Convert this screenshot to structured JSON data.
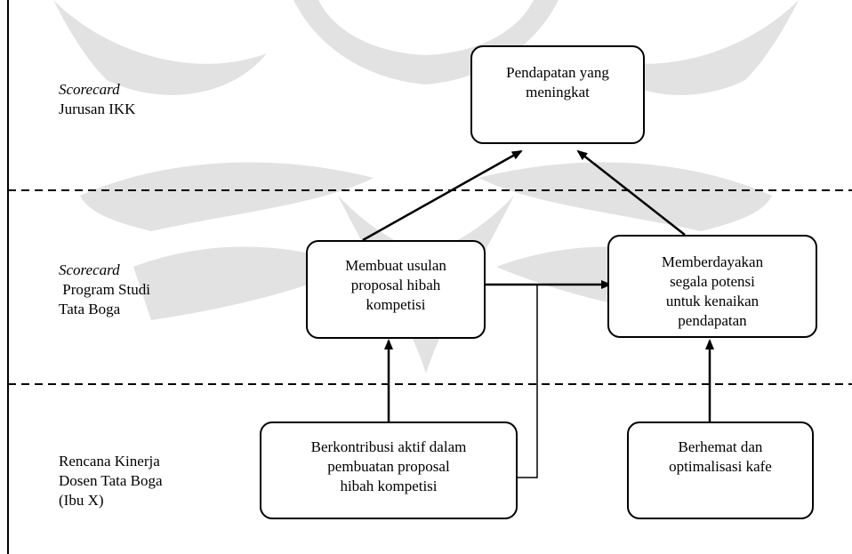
{
  "rows": [
    {
      "title_italic": "Scorecard",
      "lines": [
        "Jurusan IKK"
      ]
    },
    {
      "title_italic": "Scorecard",
      "lines": [
        " Program Studi",
        "Tata Boga"
      ]
    },
    {
      "title_italic": "",
      "lines": [
        "Rencana Kinerja",
        "Dosen Tata Boga",
        "(Ibu X)"
      ]
    }
  ],
  "boxes": {
    "top": [
      "Pendapatan yang",
      "meningkat"
    ],
    "mid_left": [
      "Membuat usulan",
      "proposal hibah",
      "kompetisi"
    ],
    "mid_right": [
      "Memberdayakan",
      "segala potensi",
      "untuk kenaikan",
      "pendapatan"
    ],
    "bottom_left": [
      "Berkontribusi aktif dalam",
      "pembuatan proposal",
      "hibah kompetisi"
    ],
    "bottom_right": [
      "Berhemat dan",
      "optimalisasi kafe"
    ]
  },
  "colors": {
    "line": "#000000",
    "watermark": "#d9d9d9"
  }
}
